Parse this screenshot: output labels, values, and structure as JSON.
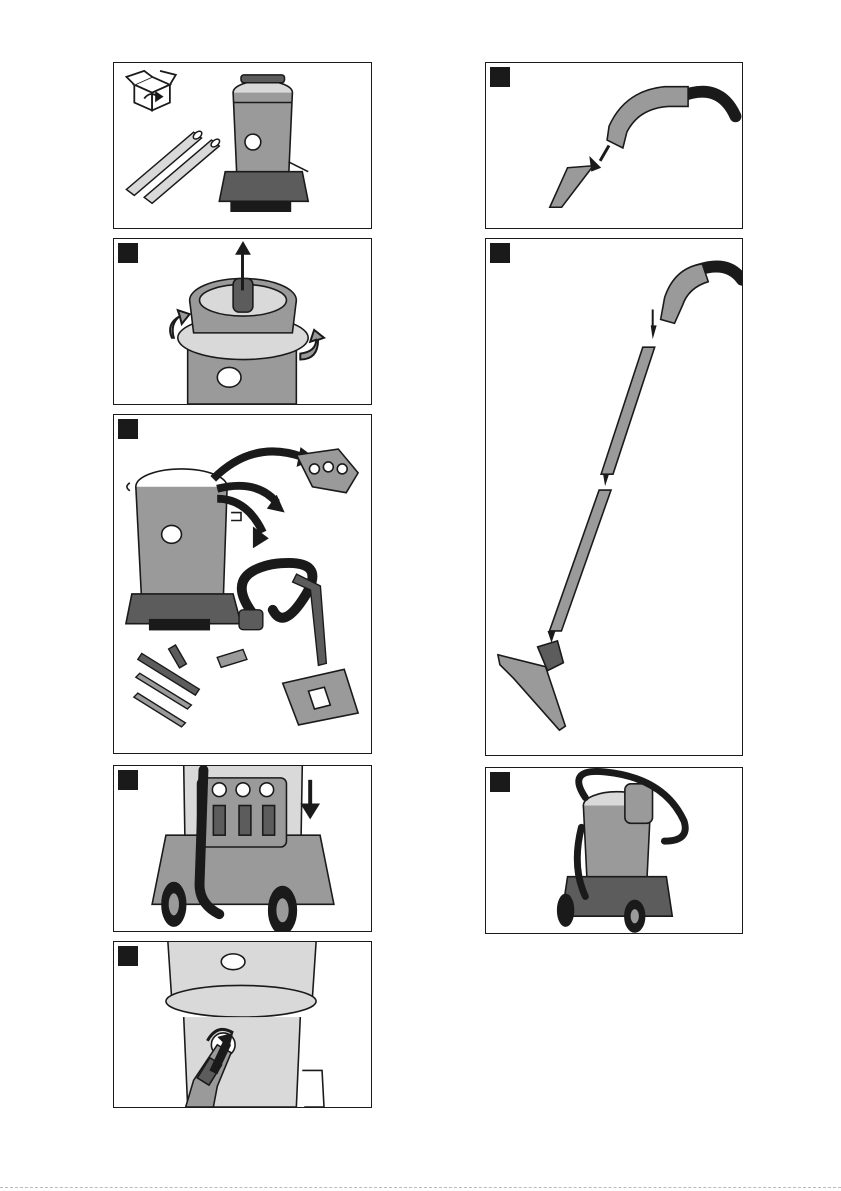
{
  "colors": {
    "line": "#1a1a1a",
    "shade": "#9a9a9a",
    "light": "#d9d9d9",
    "dark": "#5c5c5c"
  },
  "panels": [
    {
      "id": "contents",
      "badge": "",
      "icons": [
        "box-icon",
        "extension-tubes",
        "vacuum-body"
      ]
    },
    {
      "id": "open-lid",
      "badge": "",
      "icons": [
        "lid-icon",
        "up-arrow-icon",
        "rotate-arrow-icon"
      ]
    },
    {
      "id": "accessories",
      "badge": "",
      "icons": [
        "container-icon",
        "hose-icon",
        "floor-nozzle-icon",
        "crevice-nozzle-icon",
        "holder-icon"
      ]
    },
    {
      "id": "mount-holder",
      "badge": "",
      "icons": [
        "holder-icon",
        "down-arrow-icon",
        "wheel-icon"
      ]
    },
    {
      "id": "connect-hose",
      "badge": "",
      "icons": [
        "hose-icon",
        "push-arrow-icon"
      ]
    },
    {
      "id": "fit-crevice",
      "badge": "",
      "icons": [
        "handle-icon",
        "crevice-nozzle-icon",
        "push-arrow-icon"
      ]
    },
    {
      "id": "assemble-tube",
      "badge": "",
      "icons": [
        "handle-icon",
        "tube-icon",
        "floor-nozzle-icon"
      ]
    },
    {
      "id": "stored",
      "badge": "",
      "icons": [
        "vacuum-body",
        "hose-icon",
        "wheel-icon"
      ]
    }
  ]
}
